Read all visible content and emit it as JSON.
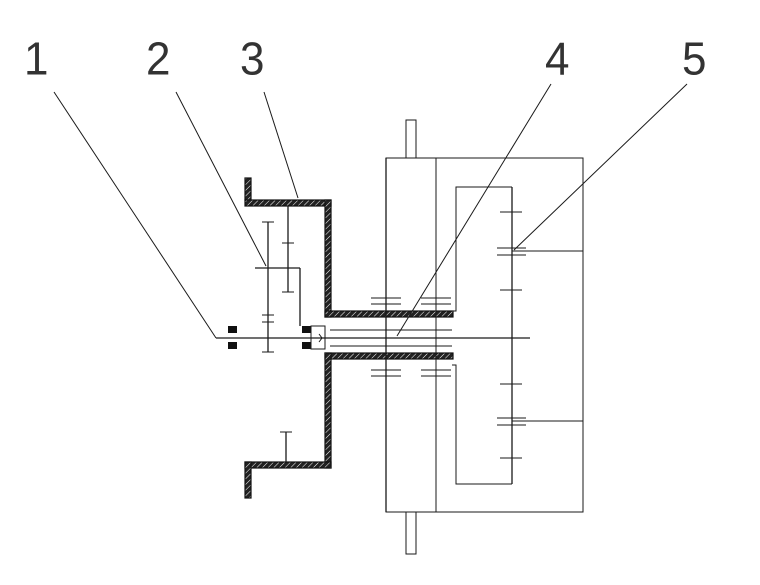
{
  "callouts": [
    {
      "label": "1"
    },
    {
      "label": "2"
    },
    {
      "label": "3"
    },
    {
      "label": "4"
    },
    {
      "label": "5"
    }
  ],
  "colors": {
    "line": "#1a1a1a",
    "background": "#ffffff"
  }
}
